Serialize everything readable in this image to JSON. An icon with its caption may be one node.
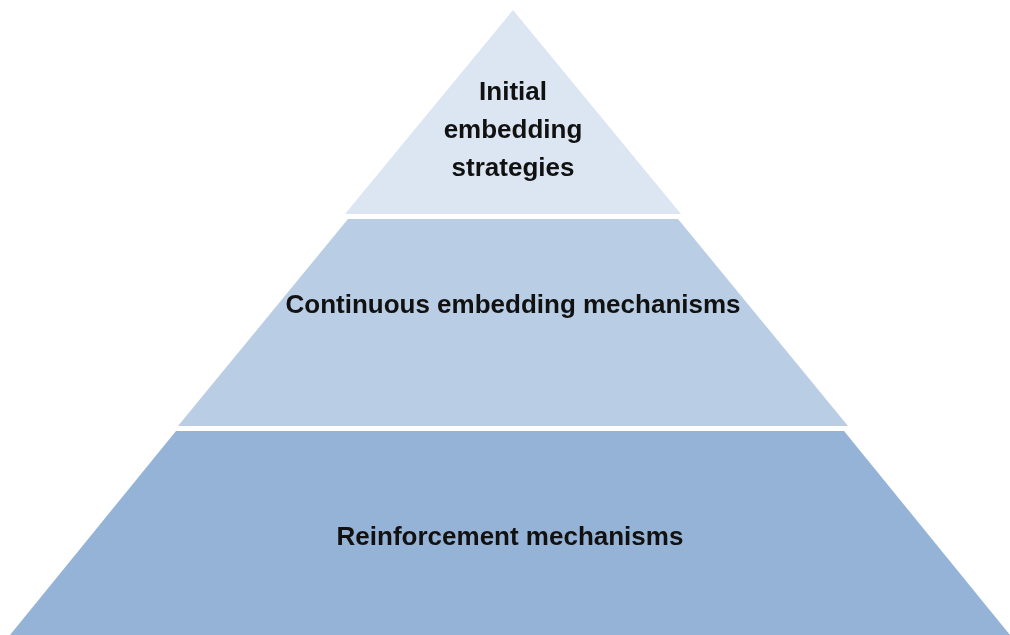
{
  "diagram": {
    "nodes": [
      {
        "text": [
          "Initial embedding strategies"
        ]
      },
      {
        "text": [
          "Continuous embedding mechanisms"
        ]
      },
      {
        "text": [
          "Reinforcement mechanisms"
        ]
      }
    ]
  }
}
